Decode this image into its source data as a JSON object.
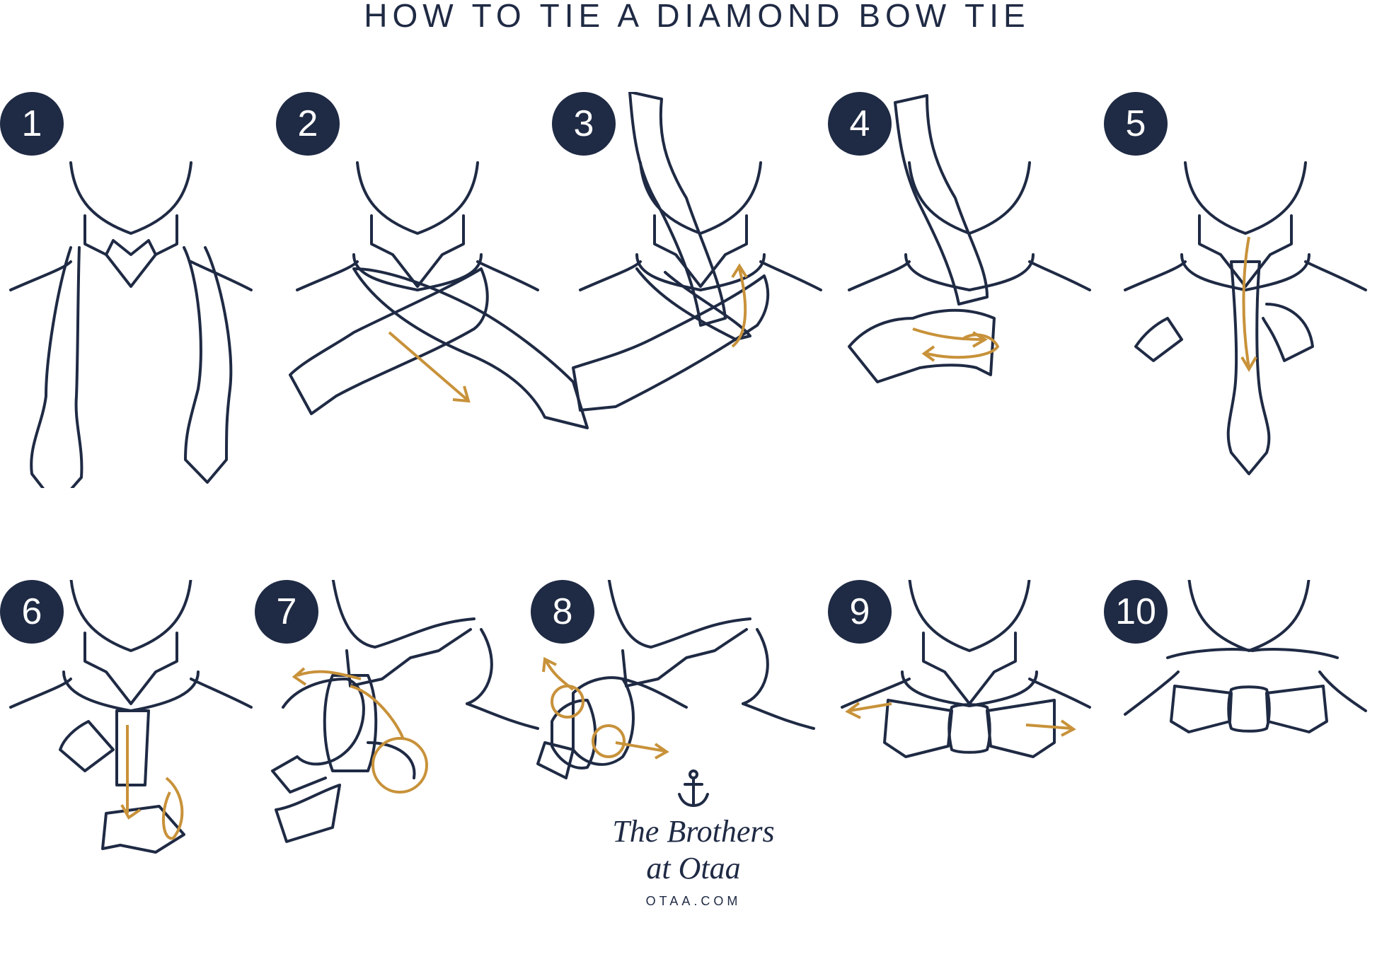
{
  "title": "HOW TO TIE A DIAMOND BOW TIE",
  "steps": [
    {
      "number": "1"
    },
    {
      "number": "2"
    },
    {
      "number": "3"
    },
    {
      "number": "4"
    },
    {
      "number": "5"
    },
    {
      "number": "6"
    },
    {
      "number": "7"
    },
    {
      "number": "8"
    },
    {
      "number": "9"
    },
    {
      "number": "10"
    }
  ],
  "brand": {
    "name_line1": "The Brothers",
    "name_line2": "at Otaa",
    "url": "OTAA.COM"
  },
  "colors": {
    "ink": "#1f2a44",
    "arrow": "#c8923a",
    "badge": "#1f2a44"
  }
}
